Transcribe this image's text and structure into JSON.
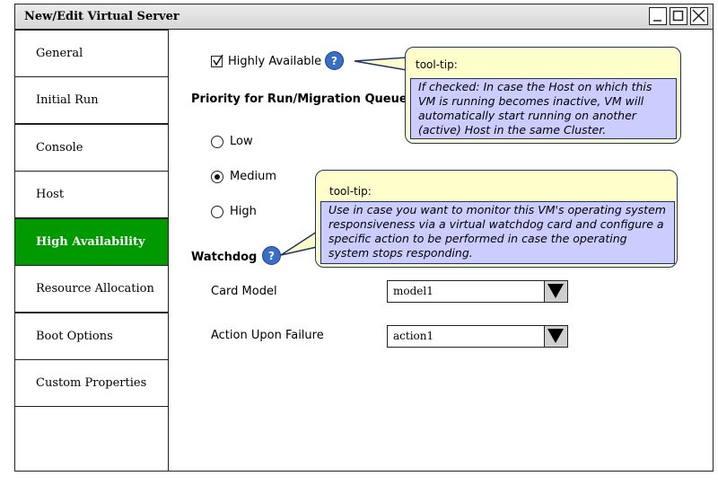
{
  "window": {
    "title": "New/Edit Virtual Server"
  },
  "sidebar": {
    "items": [
      {
        "label": "General"
      },
      {
        "label": "Initial Run"
      },
      {
        "label": "Console"
      },
      {
        "label": "Host"
      },
      {
        "label": "High Availability",
        "active": true
      },
      {
        "label": "Resource Allocation"
      },
      {
        "label": "Boot Options"
      },
      {
        "label": "Custom Properties"
      }
    ]
  },
  "main": {
    "highly_available": {
      "label": "Highly Available",
      "checked": true
    },
    "priority": {
      "heading": "Priority for Run/Migration Queue",
      "options": [
        {
          "label": "Low",
          "selected": false
        },
        {
          "label": "Medium",
          "selected": true
        },
        {
          "label": "High",
          "selected": false
        }
      ]
    },
    "watchdog": {
      "heading": "Watchdog",
      "card_model": {
        "label": "Card Model",
        "value": "model1"
      },
      "action": {
        "label": "Action Upon Failure",
        "value": "action1"
      }
    },
    "help_glyph": "?"
  },
  "tooltips": {
    "ha": {
      "label": "tool-tip:",
      "text": "If checked: In case the Host on which this VM is running becomes inactive, VM will automatically start running on another (active) Host in the same Cluster."
    },
    "watchdog": {
      "label": "tool-tip:",
      "text": "Use in case you want to monitor this VM's operating system responsiveness via a virtual watchdog card and configure a specific action to be performed in case the operating system stops responding."
    }
  },
  "colors": {
    "active_nav": "#009900",
    "tooltip_bg": "#ffffcc",
    "tooltip_body": "#ccccff",
    "help_icon": "#3a6fc8"
  },
  "icons": {
    "minimize": "minimize-icon",
    "maximize": "maximize-icon",
    "close": "close-icon",
    "help": "help-icon",
    "dropdown": "chevron-down-icon"
  }
}
